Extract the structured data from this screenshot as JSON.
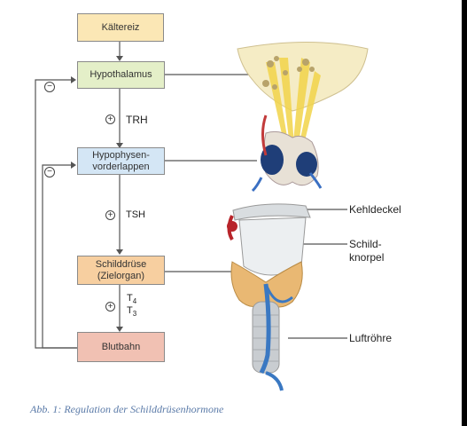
{
  "colors": {
    "yellow_box": "#fbe7b5",
    "green_box": "#e4efc8",
    "blue_box": "#d4e6f5",
    "orange_box": "#f7cfa0",
    "red_box": "#f1c1b3",
    "caption": "#5a7aa8"
  },
  "boxes": {
    "kaeltereiz": "Kältereiz",
    "hypothalamus": "Hypothalamus",
    "hypophyse": "Hypophysen-\nvorderlappen",
    "schilddruese": "Schilddrüse\n(Zielorgan)",
    "blutbahn": "Blutbahn"
  },
  "hormones": {
    "trh": "TRH",
    "tsh": "TSH",
    "t4": "T4",
    "t3": "T3"
  },
  "signs": {
    "plus": "+",
    "minus": "−"
  },
  "callouts": {
    "kehldeckel": "Kehldeckel",
    "schildknorpel": "Schild-\nknorpel",
    "luftroehre": "Luftröhre"
  },
  "caption": "Abb. 1: Regulation der Schilddrüsenhormone"
}
